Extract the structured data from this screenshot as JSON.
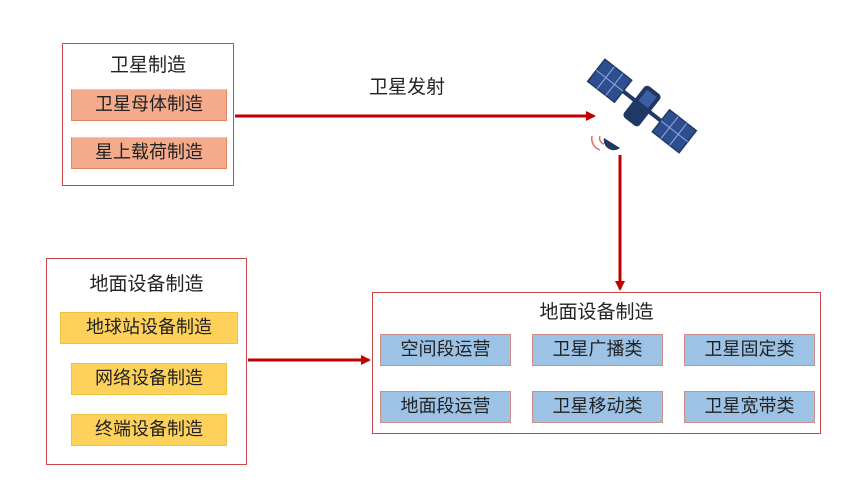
{
  "satellite_manufacturing": {
    "title": "卫星制造",
    "items": [
      "卫星母体制造",
      "星上载荷制造"
    ]
  },
  "launch": {
    "label": "卫星发射"
  },
  "ground_equipment_manufacturing": {
    "title": "地面设备制造",
    "items": [
      "地球站设备制造",
      "网络设备制造",
      "终端设备制造"
    ]
  },
  "ground_operations": {
    "title": "地面设备制造",
    "items": [
      "空间段运营",
      "卫星广播类",
      "卫星固定类",
      "地面段运营",
      "卫星移动类",
      "卫星宽带类"
    ]
  },
  "colors": {
    "border": "#c9494b",
    "arrow": "#c00000",
    "orange": "#f4ab8b",
    "yellow": "#fdd15a",
    "blue": "#9cc2e6",
    "satellite_body": "#1f3864",
    "signal": "#e46c6c"
  }
}
